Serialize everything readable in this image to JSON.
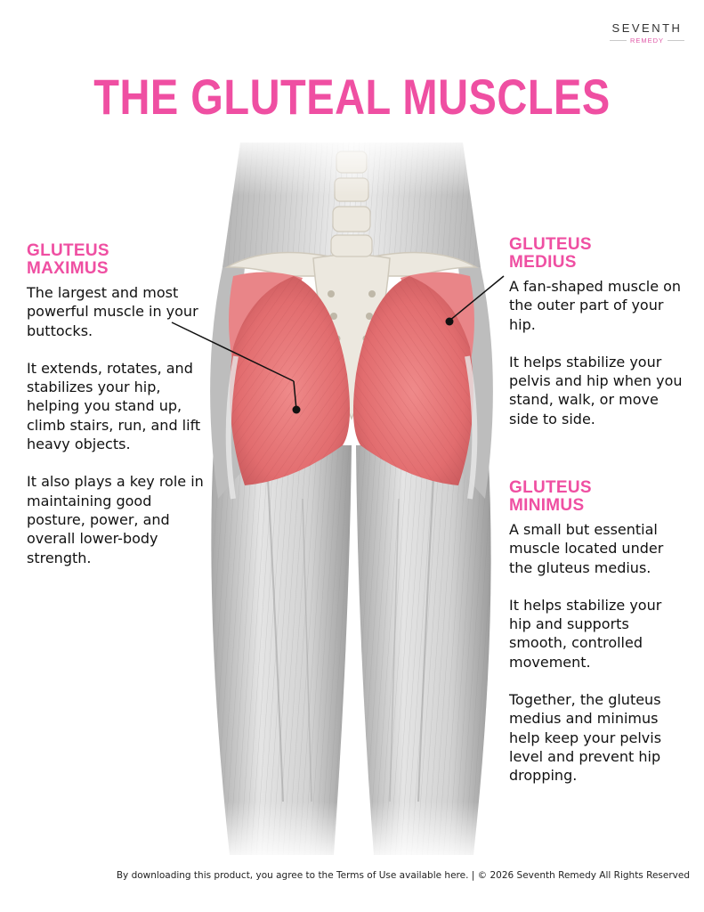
{
  "logo": {
    "word": "SEVENTH",
    "sub": "REMEDY"
  },
  "title": "THE GLUTEAL MUSCLES",
  "sections": {
    "maximus": {
      "heading": [
        "GLUTEUS",
        "MAXIMUS"
      ],
      "paragraphs": [
        "The largest and most powerful muscle in your buttocks.",
        "It extends, rotates, and stabilizes your hip, helping you stand up, climb stairs, run, and lift heavy objects.",
        "It also plays a key role in maintaining good posture, power, and overall lower-body strength."
      ]
    },
    "medius": {
      "heading": [
        "GLUTEUS",
        "MEDIUS"
      ],
      "paragraphs": [
        "A fan-shaped muscle on the outer part of your hip.",
        "It helps stabilize your pelvis and hip when you stand, walk, or move side to side."
      ]
    },
    "minimus": {
      "heading": [
        "GLUTEUS",
        "MINIMUS"
      ],
      "paragraphs": [
        "A small but essential muscle located under the gluteus medius.",
        "It helps stabilize your hip and supports smooth, controlled movement.",
        "Together, the gluteus medius and minimus help keep your pelvis level and prevent hip dropping."
      ]
    }
  },
  "footer": {
    "terms": "By downloading this product, you agree to the Terms of Use available here.",
    "copyright": "© 2026 Seventh Remedy All Rights Reserved"
  },
  "colors": {
    "accent": "#ef4fa2",
    "muscle": "#e77777",
    "bone": "#ece8df",
    "leg": "#c9c9c9"
  }
}
